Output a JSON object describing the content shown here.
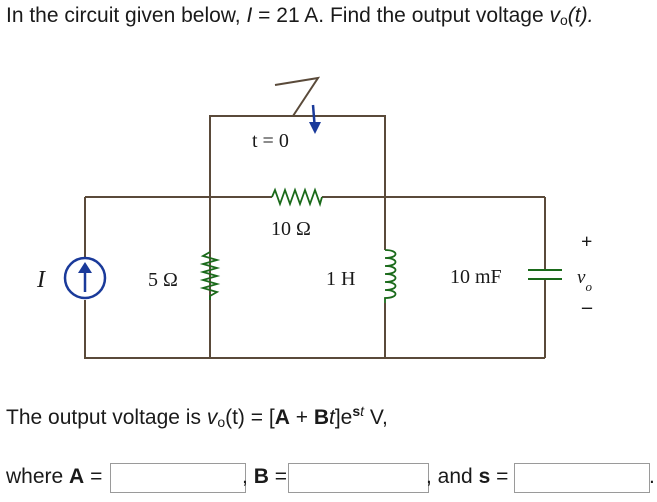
{
  "question": {
    "prefix": "In the circuit given below,",
    "current_symbol": "I",
    "current_value": "= 21 A. Find the output voltage",
    "output_var": "v",
    "output_sub": "o",
    "output_arg": "(t)."
  },
  "circuit": {
    "switch_label": "t = 0",
    "resistor_series_label": "10 Ω",
    "resistor_shunt_label": "5 Ω",
    "inductor_label": "1 H",
    "capacitor_label": "10 mF",
    "source_label": "I",
    "output_label": "vo",
    "plus_sign": "+",
    "minus_sign": "–"
  },
  "equation": {
    "text_before": "The output voltage is",
    "var": "v",
    "var_sub": "o",
    "rhs_open": "(t) = [",
    "A": "A",
    "plus": " + ",
    "B": "B",
    "t": "t",
    "close": "]e",
    "exp_s": "s",
    "exp_t": "t",
    "unit": " V,"
  },
  "answer_row": {
    "where": "where",
    "A_label": "A",
    "eq1": "=",
    "comma_B": ",",
    "B_label": "B",
    "eq2": "=",
    "comma_and": ", and",
    "s_label": "s",
    "eq3": "=",
    "end": ".",
    "A_value": "",
    "B_value": "",
    "s_value": ""
  }
}
